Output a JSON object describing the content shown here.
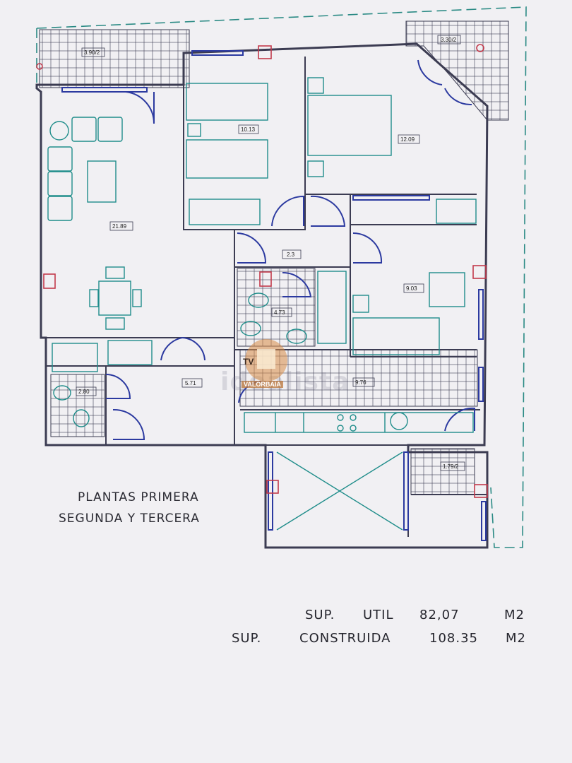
{
  "rooms": [
    {
      "id": "terrace-nw",
      "area": "3.90/2"
    },
    {
      "id": "terrace-ne",
      "area": "3.30/2"
    },
    {
      "id": "bedroom-1",
      "area": "10.13"
    },
    {
      "id": "bedroom-2",
      "area": "12.09"
    },
    {
      "id": "living",
      "area": "21.89"
    },
    {
      "id": "hall-1",
      "area": "2.3"
    },
    {
      "id": "bathroom-1",
      "area": "4.73"
    },
    {
      "id": "bedroom-3",
      "area": "9.03"
    },
    {
      "id": "bathroom-2",
      "area": "2.80"
    },
    {
      "id": "hall-2",
      "area": "5.71"
    },
    {
      "id": "kitchen",
      "area": "9.76"
    },
    {
      "id": "terrace-se",
      "area": "1.79/2"
    }
  ],
  "caption": {
    "line1": "PLANTAS PRIMERA",
    "line2": "SEGUNDA Y TERCERA"
  },
  "surfaces": [
    {
      "label": "SUP.",
      "type": "UTIL",
      "value": "82,07",
      "unit": "M2"
    },
    {
      "label": "SUP.",
      "type": "CONSTRUIDA",
      "value": "108.35",
      "unit": "M2"
    }
  ],
  "watermark": {
    "site": "idealista",
    "agency": "VALORBAIA",
    "logo_letters": "TV"
  },
  "colors": {
    "walls": "#3c3c52",
    "windows": "#2c3aa0",
    "furniture": "#1f8d8a",
    "terrace_outline": "#2a8a84",
    "columns": "#c2394b",
    "paper": "#f1f0f3"
  }
}
